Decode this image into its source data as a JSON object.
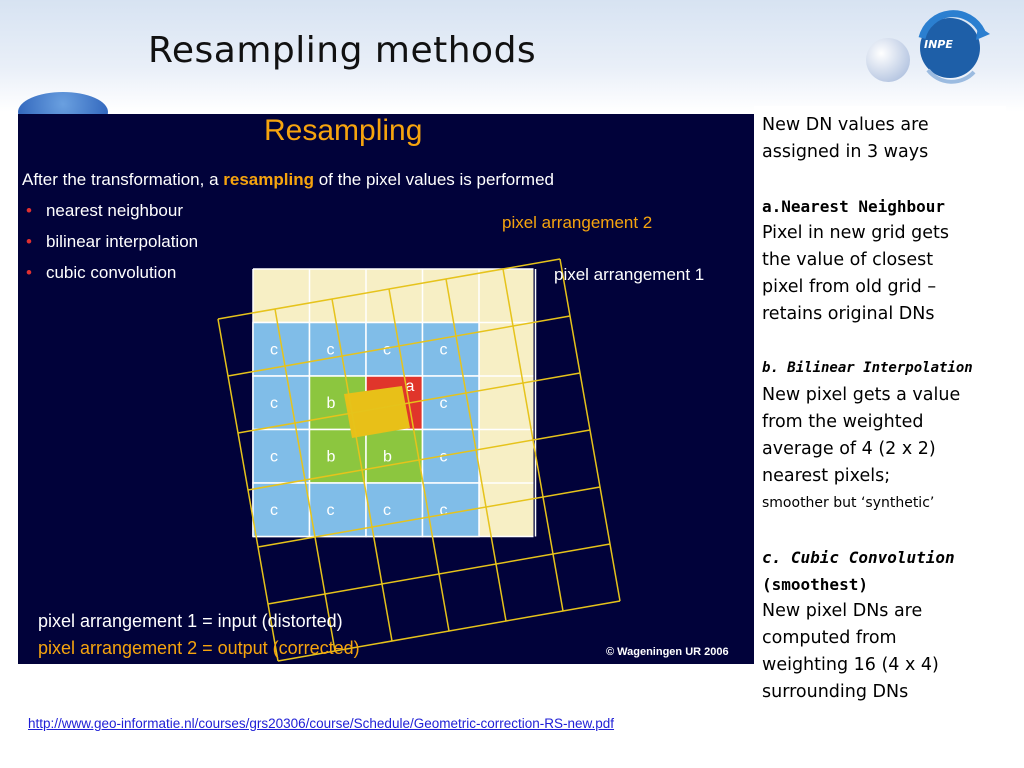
{
  "slide": {
    "title": "Resampling methods",
    "logo_text": "INPE"
  },
  "figure": {
    "heading": "Resampling",
    "intro_pre": "After the transformation, a ",
    "intro_highlight": "resampling",
    "intro_post": " of the pixel values is performed",
    "bullets": [
      "nearest neighbour",
      "bilinear interpolation",
      "cubic convolution"
    ],
    "label_arrangement_2": "pixel arrangement 2",
    "label_arrangement_1": "pixel arrangement 1",
    "footer_1": "pixel arrangement 1 = input (distorted)",
    "footer_2": "pixel arrangement 2 = output (corrected)",
    "copyright": "© Wageningen UR 2006",
    "grid_cells": [
      [
        "c",
        "c",
        "c",
        "c"
      ],
      [
        "c",
        "b",
        "a",
        "c"
      ],
      [
        "c",
        "b",
        "b",
        "c"
      ],
      [
        "c",
        "c",
        "c",
        "c"
      ]
    ],
    "colors": {
      "background": "#01023a",
      "orange": "#f6a40e",
      "cell_c": "#80bde8",
      "cell_b": "#8cc63f",
      "cell_a": "#e0352b",
      "grid_pale": "#f7efc5",
      "output_grid_line": "#e6c31b"
    }
  },
  "sidebar": {
    "intro_1": "New DN values are",
    "intro_2": "assigned in 3 ways",
    "nn_title": "a.Nearest Neighbour",
    "nn_lines": [
      "Pixel in new grid gets",
      "the value of closest",
      "pixel from old grid –",
      "retains original DNs"
    ],
    "bi_title": "b. Bilinear Interpolation",
    "bi_lines": [
      "New pixel gets a value",
      "from the weighted",
      "average of 4 (2 x 2)",
      "nearest pixels;"
    ],
    "bi_note": "smoother but ‘synthetic’",
    "cc_title_1": "c. Cubic Convolution",
    "cc_title_2": "(smoothest)",
    "cc_lines": [
      "New pixel DNs are",
      "computed from",
      "weighting 16 (4 x 4)",
      "surrounding DNs"
    ]
  },
  "source_url": "http://www.geo-informatie.nl/courses/grs20306/course/Schedule/Geometric-correction-RS-new.pdf"
}
